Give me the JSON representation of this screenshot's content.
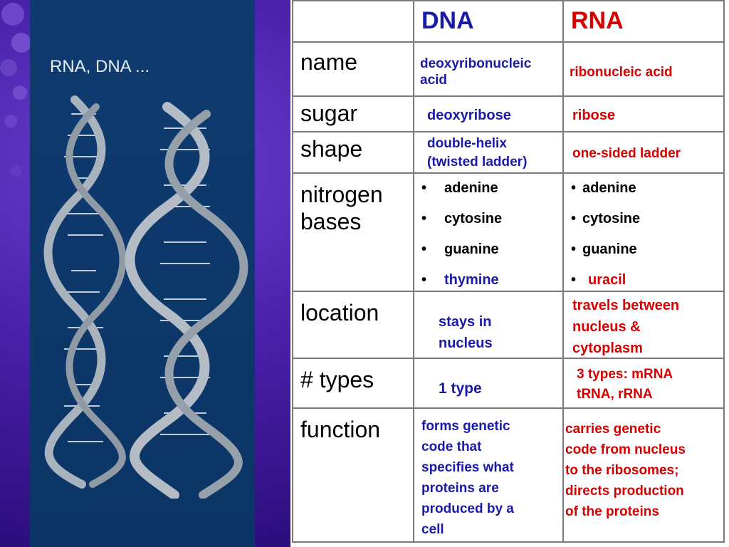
{
  "slide": {
    "panel_title": "RNA, DNA ...",
    "colors": {
      "dna": "#1a1aa8",
      "rna": "#d60000",
      "background": "#3a1898",
      "panel": "#0f3b70"
    }
  },
  "table": {
    "headers": {
      "corner": "",
      "dna": "DNA",
      "rna": "RNA"
    },
    "rows": {
      "name": {
        "label": "name",
        "dna": "deoxyribonucleic acid",
        "rna": "ribonucleic acid"
      },
      "sugar": {
        "label": "sugar",
        "dna": "deoxyribose",
        "rna": "ribose"
      },
      "shape": {
        "label": "shape",
        "dna_line1": "double-helix",
        "dna_line2": "(twisted ladder)",
        "rna": "one-sided ladder"
      },
      "bases": {
        "label_line1": "nitrogen",
        "label_line2": "bases",
        "dna": [
          "adenine",
          "cytosine",
          "guanine",
          "thymine"
        ],
        "rna": [
          "adenine",
          "cytosine",
          "guanine",
          "uracil"
        ],
        "bullet": "•"
      },
      "location": {
        "label": "location",
        "dna_line1": "stays in",
        "dna_line2": "nucleus",
        "rna_line1": "travels between",
        "rna_line2": "nucleus &",
        "rna_line3": "cytoplasm"
      },
      "types": {
        "label": "# types",
        "dna": "1 type",
        "rna_line1": "3 types: mRNA",
        "rna_line2": "tRNA, rRNA"
      },
      "function": {
        "label": "function",
        "dna_lines": [
          "forms genetic",
          "code that",
          "specifies what",
          "proteins are",
          "produced by a",
          "cell"
        ],
        "rna_lines": [
          "carries genetic",
          "code from nucleus",
          "to the ribosomes;",
          "directs production",
          "of the proteins"
        ]
      }
    }
  }
}
